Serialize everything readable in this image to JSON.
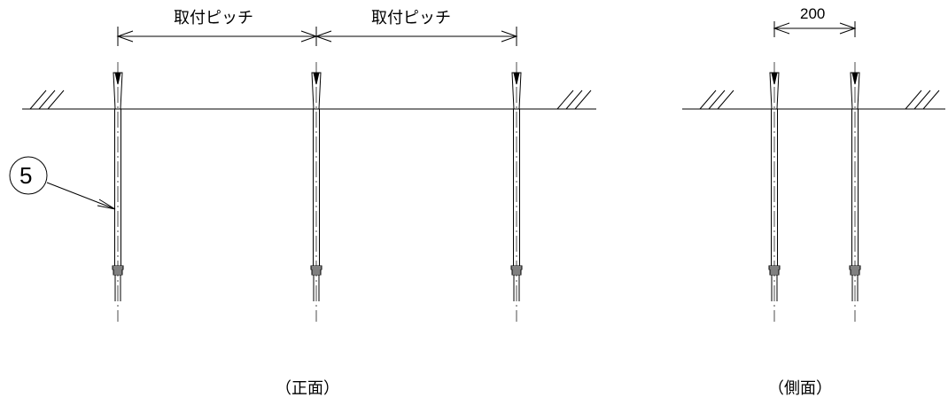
{
  "front_view": {
    "pitch_label_1": "取付ピッチ",
    "pitch_label_2": "取付ピッチ",
    "caption": "（正面）",
    "part_number": "5"
  },
  "side_view": {
    "spacing_label": "200",
    "caption": "（側面）"
  },
  "colors": {
    "line": "#000000",
    "background": "#ffffff"
  }
}
